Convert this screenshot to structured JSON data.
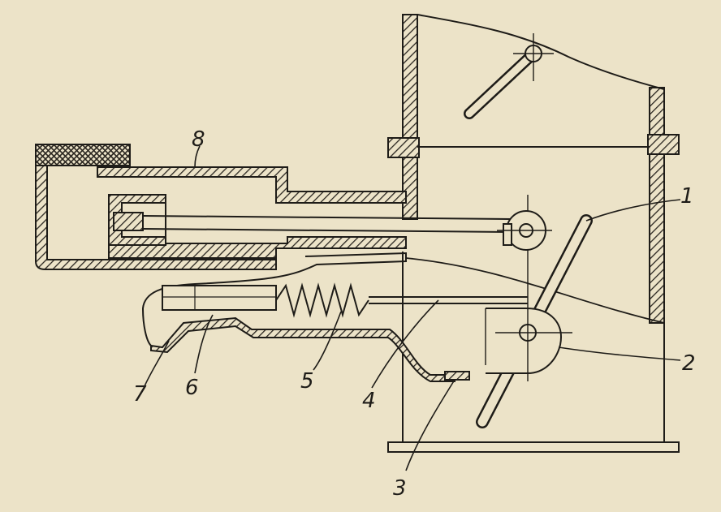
{
  "labels": {
    "l1": "1",
    "l2": "2",
    "l3": "3",
    "l4": "4",
    "l5": "5",
    "l6": "6",
    "l7": "7",
    "l8": "8"
  },
  "colors": {
    "paper": "#ece3c8",
    "ink": "#1e1c18",
    "hatch": "#2a2620"
  }
}
